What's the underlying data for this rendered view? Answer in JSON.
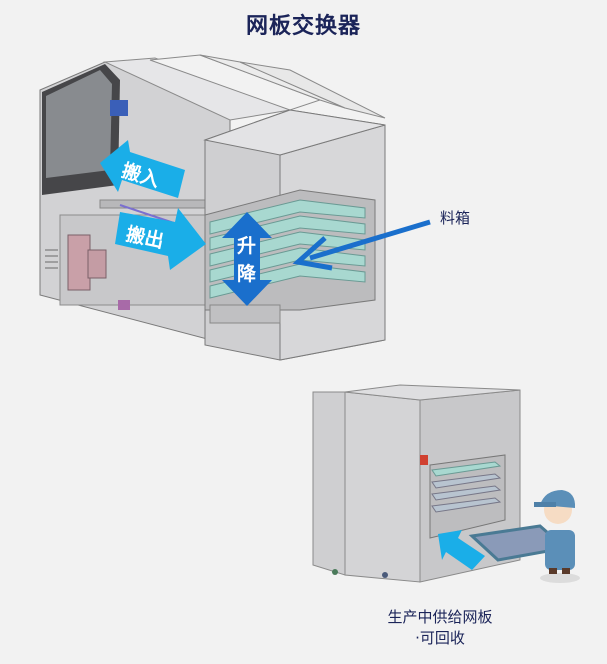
{
  "header": {
    "title": "网板交换器"
  },
  "diagram_top": {
    "callouts": {
      "load_in": "搬入",
      "load_out": "搬出",
      "lift_top": "升",
      "lift_bottom": "降",
      "bin_label": "料箱"
    },
    "colors": {
      "load_arrow": "#1aaee8",
      "lift_arrow": "#1a6fcc",
      "pointer_arrow": "#1a6fcc",
      "bin_shelves": "#a8d8d0"
    }
  },
  "diagram_bottom": {
    "caption_line1": "生产中供给网板",
    "caption_line2": "·可回收",
    "colors": {
      "insert_arrow": "#1aaee8",
      "worker_uniform": "#5b8fb8",
      "tray": "#5c8ea8"
    }
  },
  "colors": {
    "background": "#f2f2f2",
    "text": "#1b2459"
  }
}
